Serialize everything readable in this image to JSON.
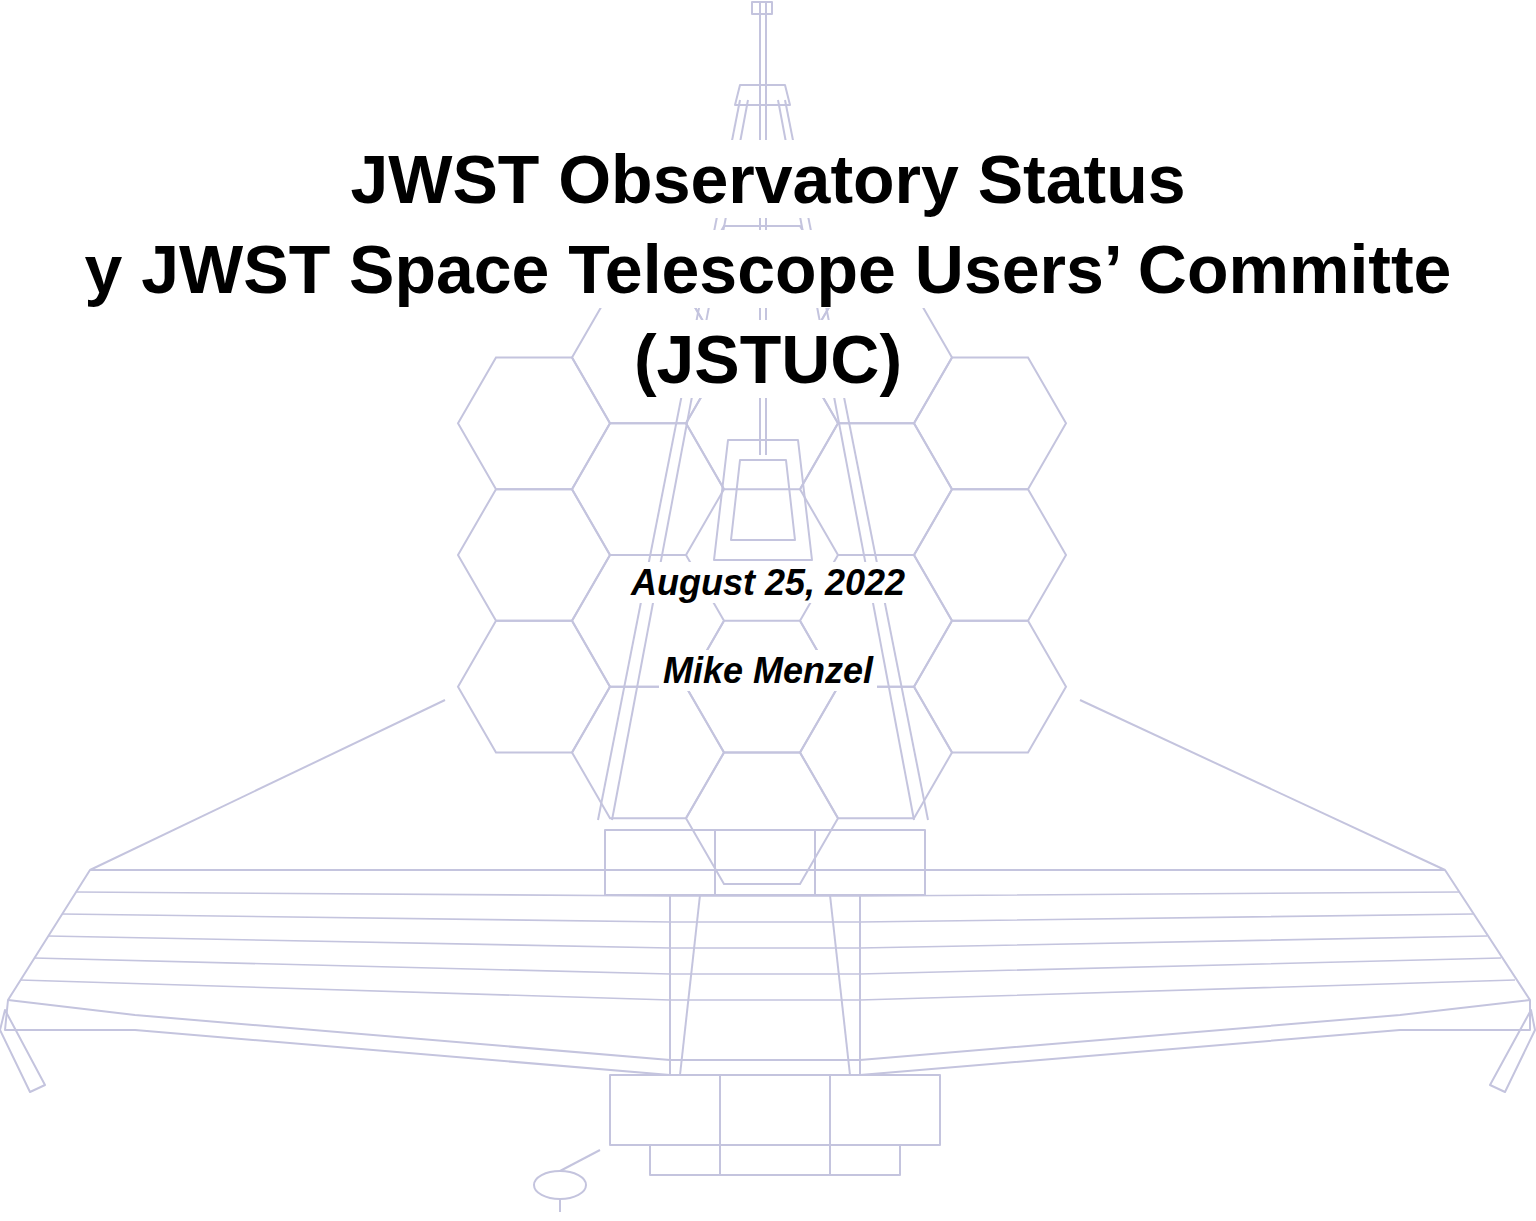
{
  "diagram": {
    "title": "JWST Observatory Status",
    "labels": [
      "y JWST Space Telescope Users’ Committe",
      "(JSTUC)",
      "August 25, 2022",
      "Mike Menzel"
    ]
  }
}
